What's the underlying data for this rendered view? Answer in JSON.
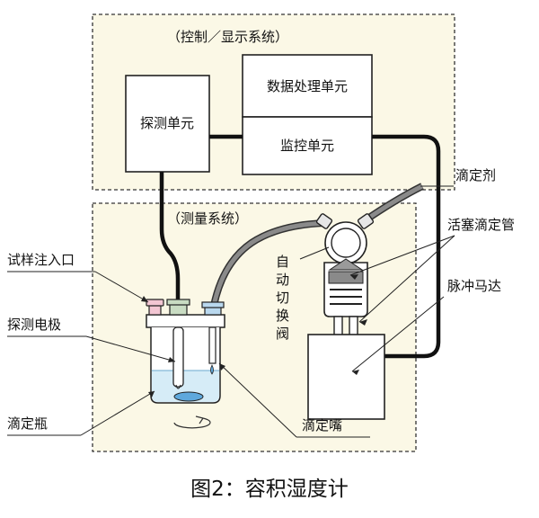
{
  "caption": "图2：容积湿度计",
  "groups": {
    "control": "（控制／显示系统）",
    "measure": "（测量系统）"
  },
  "units": {
    "data_processing": "数据处理单元",
    "monitor_control": "监控单元",
    "probe_unit": "探测单元"
  },
  "parts": {
    "auto_valve": [
      "自",
      "动",
      "切",
      "换",
      "阀"
    ]
  },
  "callouts": {
    "titrant": "滴定剂",
    "piston_burette": "活塞滴定管",
    "pulse_motor": "脉冲马达",
    "sample_inlet": "试样注入口",
    "probe_electrode": "探测电极",
    "titration_flask": "滴定瓶",
    "titration_nozzle": "滴定嘴"
  },
  "colors": {
    "panel_fill": "#fbf8e6",
    "tube_gray": "#8a8a8a",
    "liquid": "#d6ecf7",
    "stirbar": "#5fa8dc",
    "inlet_pink": "#f3c6d3",
    "cap_green": "#c9dcc3",
    "cap_blue": "#b9d8ee"
  }
}
